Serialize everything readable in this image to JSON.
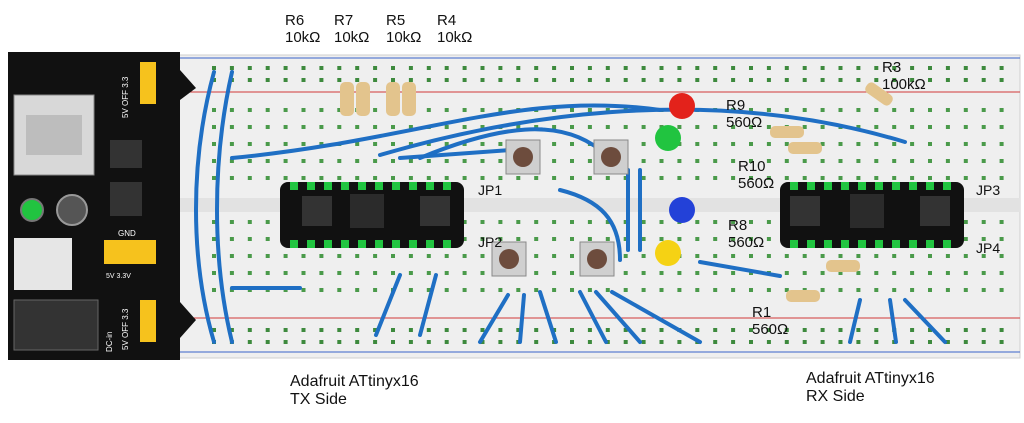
{
  "resistors_top": [
    {
      "ref": "R6",
      "value": "10kΩ"
    },
    {
      "ref": "R7",
      "value": "10kΩ"
    },
    {
      "ref": "R5",
      "value": "10kΩ"
    },
    {
      "ref": "R4",
      "value": "10kΩ"
    }
  ],
  "resistors_right": [
    {
      "ref": "R3",
      "value": "100kΩ"
    },
    {
      "ref": "R9",
      "value": "560Ω"
    },
    {
      "ref": "R10",
      "value": "560Ω"
    },
    {
      "ref": "R8",
      "value": "560Ω"
    },
    {
      "ref": "R1",
      "value": "560Ω"
    }
  ],
  "headers": {
    "jp1": "JP1",
    "jp2": "JP2",
    "jp3": "JP3",
    "jp4": "JP4"
  },
  "boards": {
    "tx": {
      "line1": "Adafruit ATtinyx16",
      "line2": "TX Side"
    },
    "rx": {
      "line1": "Adafruit ATtinyx16",
      "line2": "RX Side"
    }
  },
  "power_module": {
    "jumper_top": "5V OFF 3.3",
    "jumper_bottom": "5V OFF 3.3",
    "pins_gnd": "GND",
    "pins_v": "5V 3.3V",
    "input": "DC-in"
  },
  "colors": {
    "wire": "#1f6fc4",
    "board": "#111111",
    "breadboard": "#f0f0f0",
    "led_red": "#e3221b",
    "led_green": "#21c440",
    "led_blue": "#2341d8",
    "led_yellow": "#f5d214"
  }
}
